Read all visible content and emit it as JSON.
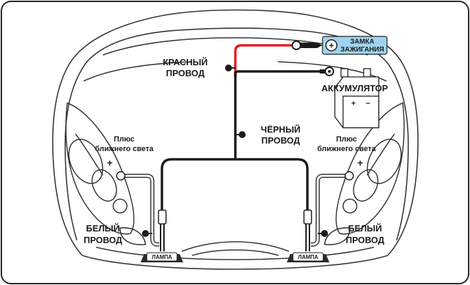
{
  "colors": {
    "red_wire": "#e01b24",
    "black_wire": "#1a1a1a",
    "ignition_box": "#9fd4ef",
    "car_outline": "#333333",
    "frame": "#222222"
  },
  "labels": {
    "ignition_line1": "ЗАМКА",
    "ignition_line2": "ЗАЖИГАНИЯ",
    "ignition_plus": "+",
    "red_wire_line1": "КРАСНЫЙ",
    "red_wire_line2": "ПРОВОД",
    "battery": "АККУМУЛЯТОР",
    "black_wire_line1": "ЧЁРНЫЙ",
    "black_wire_line2": "ПРОВОД",
    "left_low_beam_line1": "Плюс",
    "left_low_beam_line2": "ближнего света",
    "left_low_beam_plus": "+",
    "right_low_beam_line1": "Плюс",
    "right_low_beam_line2": "ближнего света",
    "right_low_beam_plus": "+",
    "left_white_line1": "БЕЛЫЙ",
    "left_white_line2": "ПРОВОД",
    "right_white_line1": "БЕЛЫЙ",
    "right_white_line2": "ПРОВОД",
    "left_lamp": "ЛАМПА",
    "right_lamp": "ЛАМПА"
  },
  "icons": {
    "battery": "battery-icon",
    "connector": "ring-terminal-icon",
    "lamp": "drl-lamp-icon"
  }
}
